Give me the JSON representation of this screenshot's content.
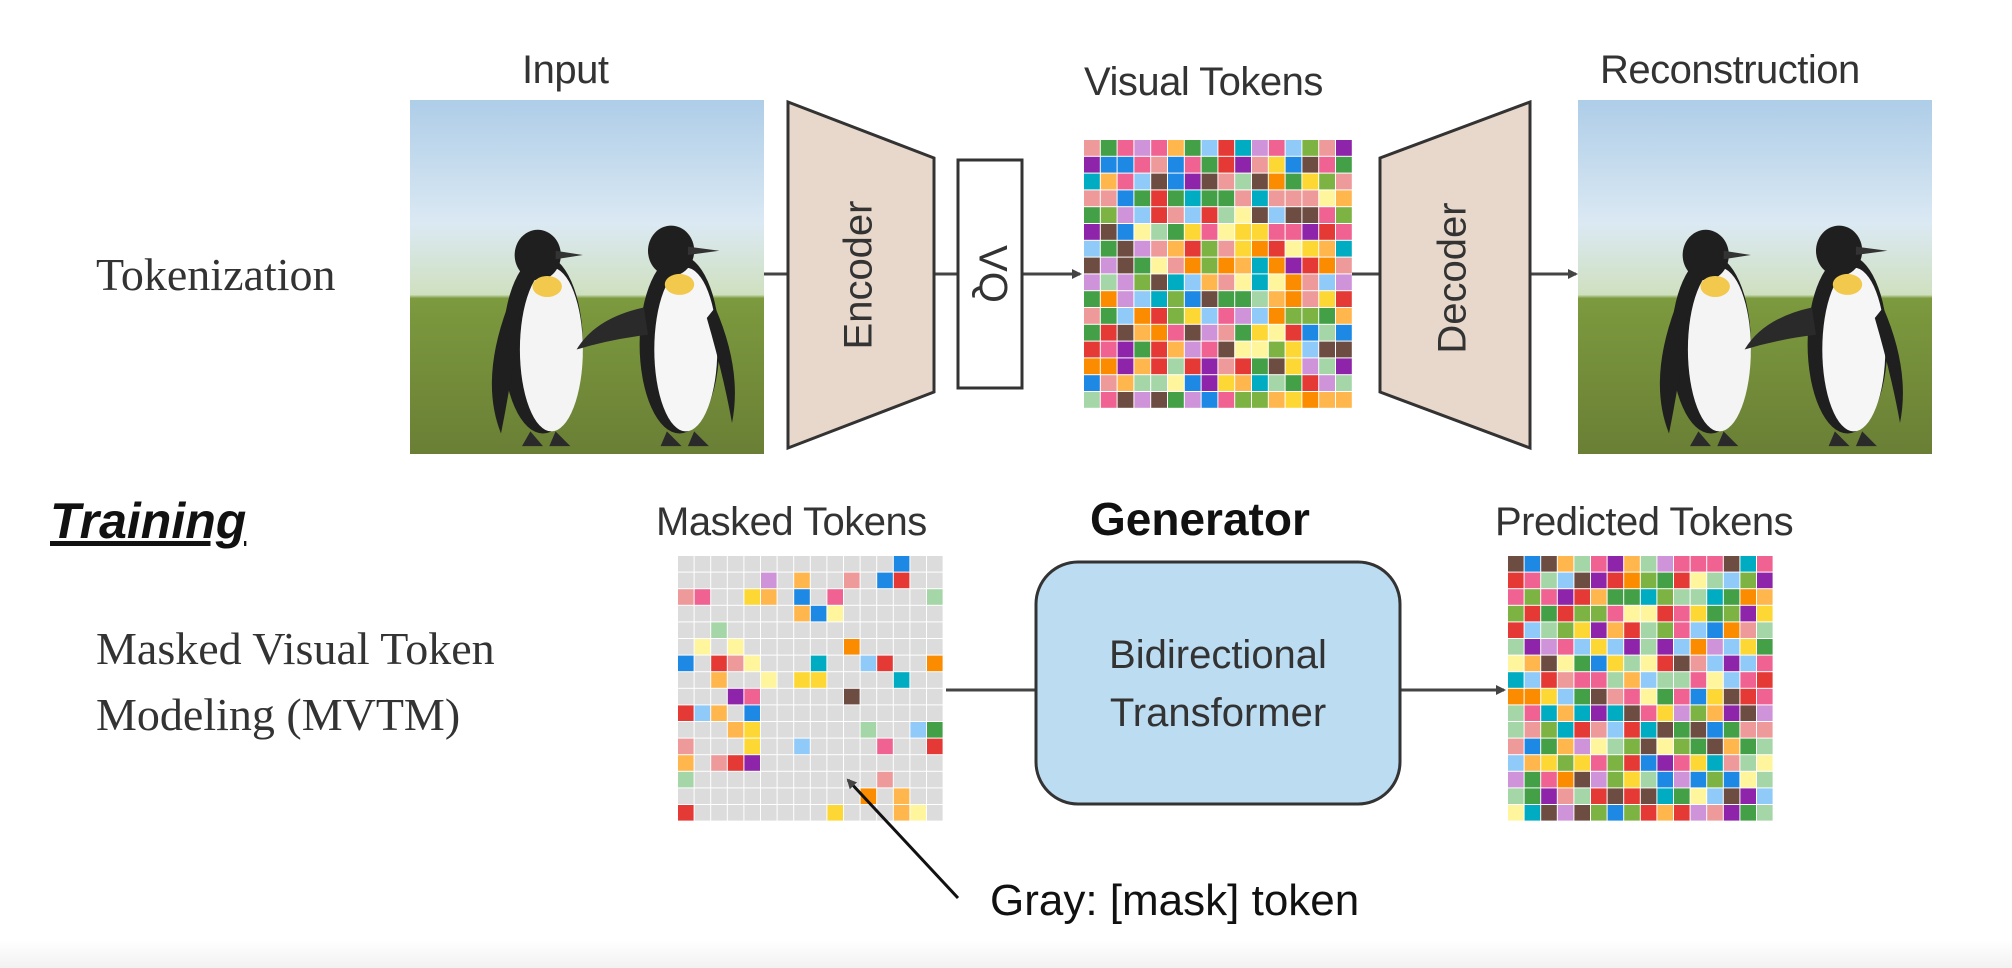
{
  "tokenization": {
    "row_label": "Tokenization",
    "input_caption": "Input",
    "encoder_label": "Encoder",
    "vq_label": "VQ",
    "visual_tokens_caption": "Visual Tokens",
    "decoder_label": "Decoder",
    "reconstruction_caption": "Reconstruction"
  },
  "training": {
    "heading": "Training",
    "row_label_line1": "Masked Visual Token",
    "row_label_line2": "Modeling (MVTM)",
    "masked_tokens_caption": "Masked Tokens",
    "generator_label": "Generator",
    "transformer_line1": "Bidirectional",
    "transformer_line2": "Transformer",
    "predicted_tokens_caption": "Predicted Tokens",
    "mask_note": "Gray: [mask] token"
  },
  "colors": {
    "encoder_fill": "#e8d8cc",
    "transformer_fill": "#bcdcf2",
    "mask_gray": "#dcdcdc",
    "token_palette": [
      "#e53935",
      "#fb8c00",
      "#fdd835",
      "#43a047",
      "#1e88e5",
      "#8e24aa",
      "#6d4c41",
      "#00acc1",
      "#f06292",
      "#7cb342",
      "#ffb74d",
      "#90caf9",
      "#ce93d8",
      "#a5d6a7",
      "#ef9a9a",
      "#fff59d"
    ]
  },
  "icons": {
    "penguin_photo": "penguins-photo",
    "arrow": "arrow-right-icon"
  }
}
